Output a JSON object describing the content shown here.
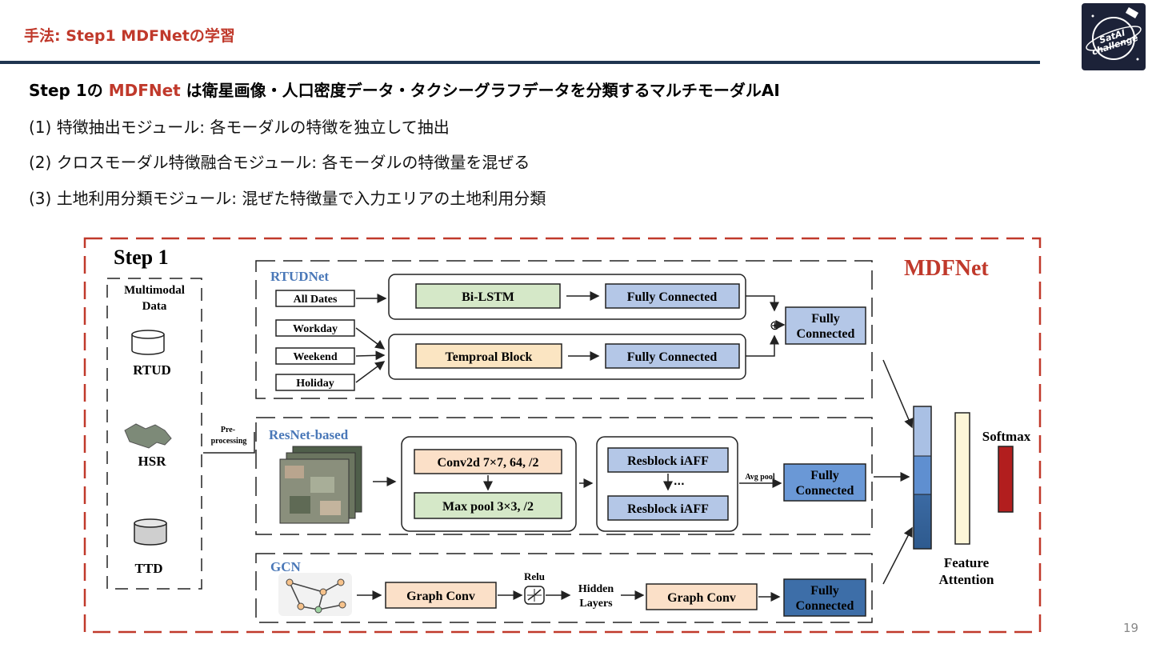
{
  "header": {
    "title": "手法: Step1 MDFNetの学習"
  },
  "logo": {
    "text": "SatAI challenge"
  },
  "headline": {
    "prefix": "Step 1の ",
    "highlight": "MDFNet",
    "suffix": " は衛星画像・人口密度データ・タクシーグラフデータを分類するマルチモーダルAI"
  },
  "bullets": [
    "(1) 特徴抽出モジュール: 各モーダルの特徴を独立して抽出",
    "(2) クロスモーダル特徴融合モジュール: 各モーダルの特徴量を混ぜる",
    "(3) 土地利用分類モジュール: 混ぜた特徴量で入力エリアの土地利用分類"
  ],
  "diagram": {
    "step_label": "Step 1",
    "model_label": "MDFNet",
    "multimodal_label_1": "Multimodal",
    "multimodal_label_2": "Data",
    "sources": {
      "rtud": "RTUD",
      "hsr": "HSR",
      "ttd": "TTD"
    },
    "preprocessing_1": "Pre-",
    "preprocessing_2": "processing",
    "rtudnet": {
      "title": "RTUDNet",
      "inputs": [
        "All Dates",
        "Workday",
        "Weekend",
        "Holiday"
      ],
      "bilstm": "Bi-LSTM",
      "temporal": "Temproal Block",
      "fc": "Fully Connected",
      "fc_merge_1": "Fully",
      "fc_merge_2": "Connected",
      "plus": "⊕"
    },
    "resnet": {
      "title": "ResNet-based",
      "conv": "Conv2d 7×7, 64, /2",
      "maxpool": "Max pool 3×3, /2",
      "resblock1": "Resblock iAFF",
      "resblock2": "Resblock iAFF",
      "dots": "...",
      "avgpool": "Avg pool",
      "fc_1": "Fully",
      "fc_2": "Connected"
    },
    "gcn": {
      "title": "GCN",
      "graph_conv_1": "Graph Conv",
      "relu": "Relu",
      "hidden_1": "Hidden",
      "hidden_2": "Layers",
      "graph_conv_2": "Graph Conv",
      "fc_1": "Fully",
      "fc_2": "Connected"
    },
    "softmax": "Softmax",
    "feature_attention_1": "Feature",
    "feature_attention_2": "Attention"
  },
  "page_number": "19",
  "colors": {
    "accent_red": "#c0392b",
    "header_rule": "#1f3550",
    "rtudnet_title": "#4a78b8",
    "bilstm_fill": "#d5e8c8",
    "temporal_fill": "#fbe5c2",
    "fc_fill": "#b4c7e7",
    "conv_fill": "#fbe0c8",
    "gcn_fc_fill": "#3d6ea8",
    "softmax_fill": "#b21e1e"
  }
}
